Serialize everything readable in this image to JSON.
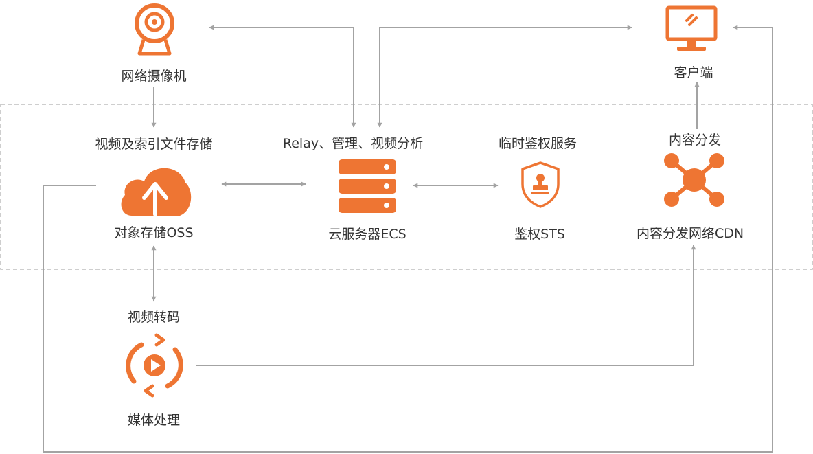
{
  "colors": {
    "accent": "#ee7533",
    "line": "#a3a3a3",
    "dashed_border": "#bdbdbd",
    "text": "#333333"
  },
  "nodes": {
    "camera": {
      "label": "网络摄像机",
      "icon": "webcam-icon"
    },
    "client": {
      "label": "客户端",
      "icon": "monitor-icon"
    },
    "oss": {
      "caption": "视频及索引文件存储",
      "label": "对象存储OSS",
      "icon": "cloud-upload-icon"
    },
    "ecs": {
      "caption": "Relay、管理、视频分析",
      "label": "云服务器ECS",
      "icon": "server-icon"
    },
    "sts": {
      "caption": "临时鉴权服务",
      "label": "鉴权STS",
      "icon": "shield-stamp-icon"
    },
    "cdn": {
      "caption": "内容分发",
      "label": "内容分发网络CDN",
      "icon": "network-hub-icon"
    },
    "mps": {
      "caption": "视频转码",
      "label": "媒体处理",
      "icon": "refresh-play-icon"
    }
  }
}
